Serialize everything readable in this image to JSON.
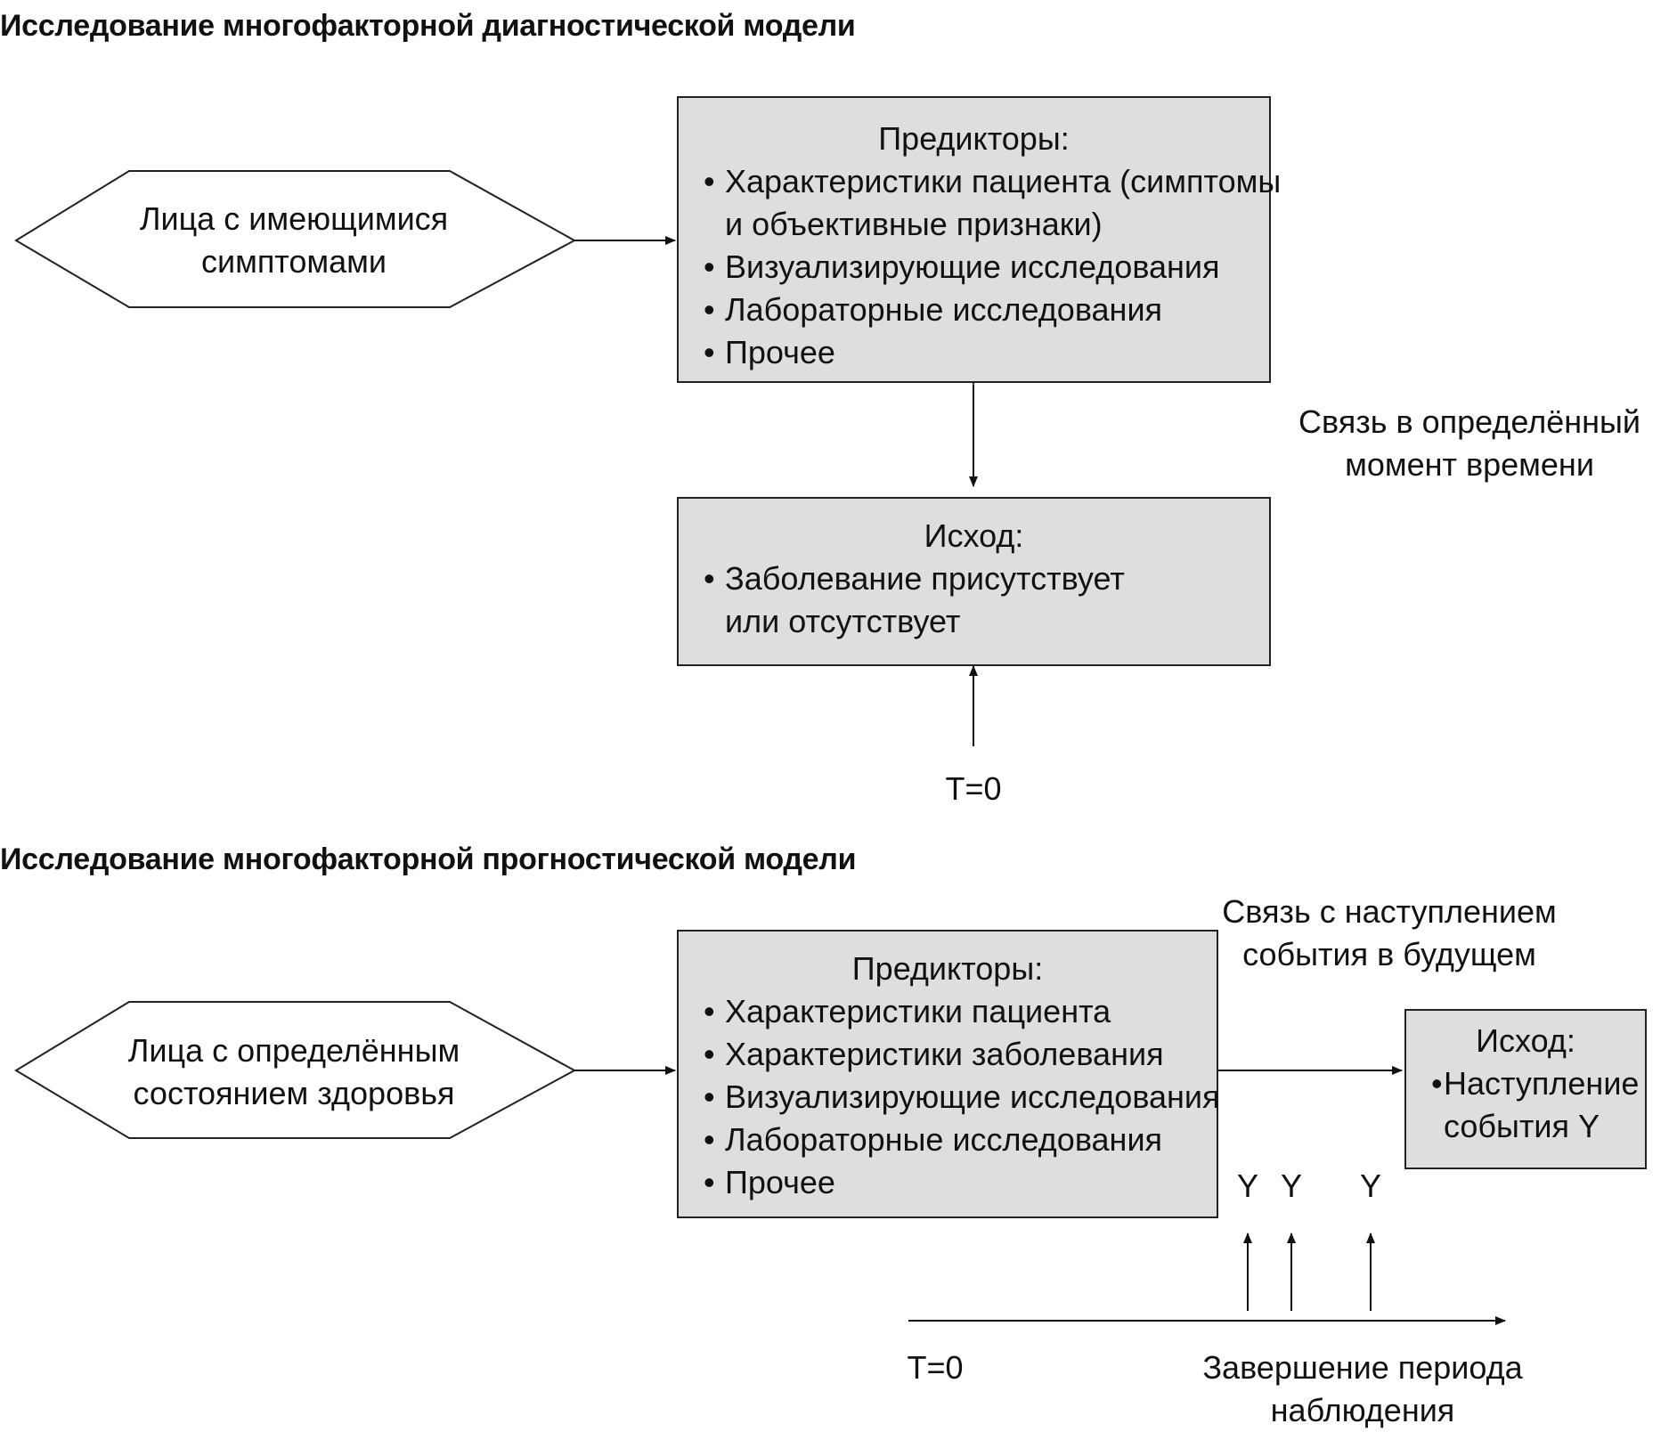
{
  "diag": {
    "title": "Исследование многофакторной диагностической модели",
    "population": [
      "Лица с имеющимися",
      "симптомами"
    ],
    "predictors": {
      "heading": "Предикторы:",
      "items": [
        "Характеристики пациента (симптомы",
        "и объективные признаки)",
        "Визуализирующие исследования",
        "Лабораторные исследования",
        "Прочее"
      ]
    },
    "association": [
      "Связь в определённый",
      "момент времени"
    ],
    "outcome": {
      "heading": "Исход:",
      "items": [
        "Заболевание присутствует",
        "или отсутствует"
      ]
    },
    "t0": "T=0"
  },
  "prog": {
    "title": "Исследование многофакторной прогностической модели",
    "population": [
      "Лица с определённым",
      "состоянием здоровья"
    ],
    "predictors": {
      "heading": "Предикторы:",
      "items": [
        "Характеристики пациента",
        "Характеристики заболевания",
        "Визуализирующие исследования",
        "Лабораторные исследования",
        "Прочее"
      ]
    },
    "association": [
      "Связь с наступлением",
      "события в будущем"
    ],
    "outcome": {
      "heading": "Исход:",
      "items": [
        "Наступление",
        "события Y"
      ]
    },
    "events": [
      "Y",
      "Y",
      "Y"
    ],
    "t0": "T=0",
    "end": [
      "Завершение периода",
      "наблюдения"
    ]
  }
}
